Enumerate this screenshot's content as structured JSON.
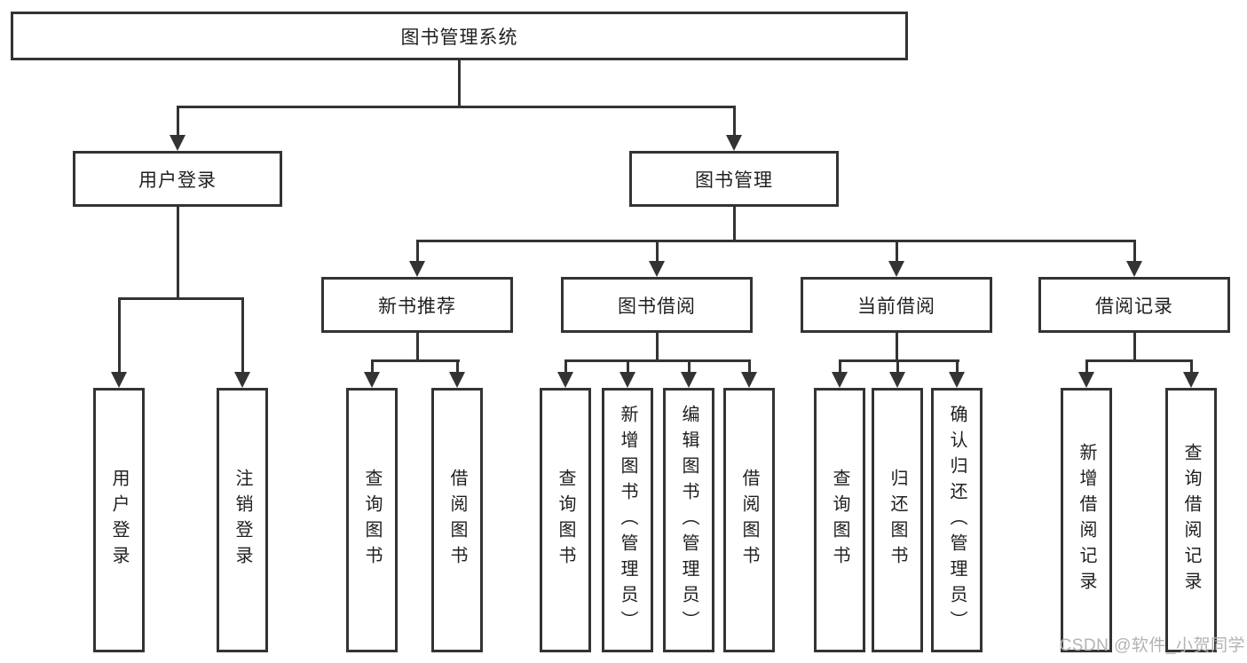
{
  "colors": {
    "background": "#ffffff",
    "line": "#333333",
    "text": "#1f1f1f",
    "watermark": "#b3b3b3"
  },
  "diagram": {
    "type": "tree",
    "root": {
      "label": "图书管理系统"
    },
    "level2": [
      {
        "label": "用户登录",
        "children": [
          "用户登录",
          "注销登录"
        ]
      },
      {
        "label": "图书管理"
      }
    ],
    "level3": [
      {
        "label": "新书推荐",
        "children": [
          "查询图书",
          "借阅图书"
        ]
      },
      {
        "label": "图书借阅",
        "children": [
          "查询图书",
          "新增图书（管理员）",
          "编辑图书（管理员）",
          "借阅图书"
        ]
      },
      {
        "label": "当前借阅",
        "children": [
          "查询图书",
          "归还图书",
          "确认归还（管理员）"
        ]
      },
      {
        "label": "借阅记录",
        "children": [
          "新增借阅记录",
          "查询借阅记录"
        ]
      }
    ]
  },
  "watermark": {
    "text": "CSDN @软件_小贺同学"
  }
}
